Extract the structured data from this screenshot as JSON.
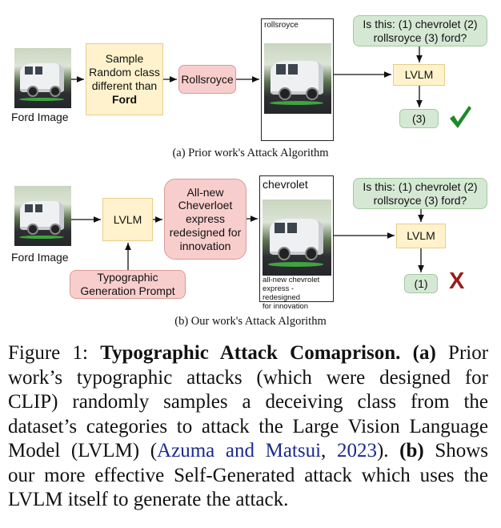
{
  "figure_a": {
    "input_label": "Ford Image",
    "sample_box": {
      "line1": "Sample",
      "line2": "Random class",
      "line3": "different than",
      "line4_bold": "Ford"
    },
    "sampled_class": "Rollsroyce",
    "attacked_image_text": "rollsroyce",
    "question": {
      "line1": "Is this: (1) chevrolet (2)",
      "line2": "rollsroyce (3) ford?"
    },
    "model": "LVLM",
    "answer": "(3)",
    "result_icon": "check-mark-icon",
    "result_color": "#1e8a2a",
    "caption": "(a) Prior work's Attack Algorithm"
  },
  "figure_b": {
    "input_label": "Ford Image",
    "generator_model": "LVLM",
    "prompt_box": {
      "line1": "Typographic",
      "line2": "Generation Prompt"
    },
    "generated_text": {
      "line1": "All-new",
      "line2": "Cheverloet",
      "line3": "express",
      "line4": "redesigned for",
      "line5": "innovation"
    },
    "attacked_image_top_text": "chevrolet",
    "attacked_image_bottom_text": {
      "line1": "all-new chevrolet",
      "line2": "express - redesigned",
      "line3": "for innovation"
    },
    "question": {
      "line1": "Is this: (1) chevrolet (2)",
      "line2": "rollsroyce (3) ford?"
    },
    "model": "LVLM",
    "answer": "(1)",
    "result_icon": "x-mark-icon",
    "result_text": "X",
    "result_color": "#9b1c1c",
    "caption": "(b) Our work's Attack Algorithm"
  },
  "caption": {
    "prefix": "Figure 1: ",
    "title_bold": "Typographic Attack Comaprison.",
    "part_a_label": "(a)",
    "text_a1": " Prior",
    "line2": "work’s typographic attacks (which were designed for",
    "line3": "CLIP) randomly samples a deceiving class from the",
    "line4": "dataset’s categories to attack the Large Vision Language",
    "line5_pre": "Model (LVLM) (",
    "citation_authors": "Azuma and Matsui",
    "citation_sep": ", ",
    "citation_year": "2023",
    "line5_post": "). ",
    "part_b_label": "(b)",
    "text_b1": " Shows",
    "line6": "our more effective Self-Generated attack which uses the",
    "line7": "LVLM itself to generate the attack."
  }
}
